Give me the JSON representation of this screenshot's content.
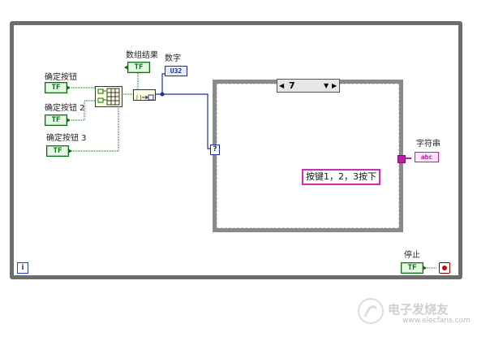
{
  "controls": {
    "btn1": {
      "label": "确定按钮",
      "tag": "TF"
    },
    "btn2": {
      "label": "确定按钮 2",
      "tag": "TF"
    },
    "btn3": {
      "label": "确定按钮 3",
      "tag": "TF"
    },
    "stop": {
      "label": "停止",
      "tag": "TF"
    }
  },
  "indicators": {
    "array_result": {
      "label": "数组结果",
      "tag": "TF"
    },
    "number": {
      "label": "数字",
      "tag": "U32"
    },
    "string": {
      "label": "字符串",
      "tag": "abc"
    }
  },
  "case_structure": {
    "selector_value": "7",
    "selector_arrow": "▼",
    "tunnel": "?"
  },
  "string_constant": "按键1，2，3按下",
  "info_icon": "i",
  "watermark": {
    "line1": "电子发烧友",
    "line2": "www.elecfans.com"
  },
  "colors": {
    "boolean": "#0b6e13",
    "numeric": "#1a2fa0",
    "string": "#c01cb0",
    "frame": "#6d6d6d"
  },
  "icons": [
    "build-array-icon",
    "boolean-array-to-number-icon",
    "stop-button-icon",
    "info-icon"
  ]
}
